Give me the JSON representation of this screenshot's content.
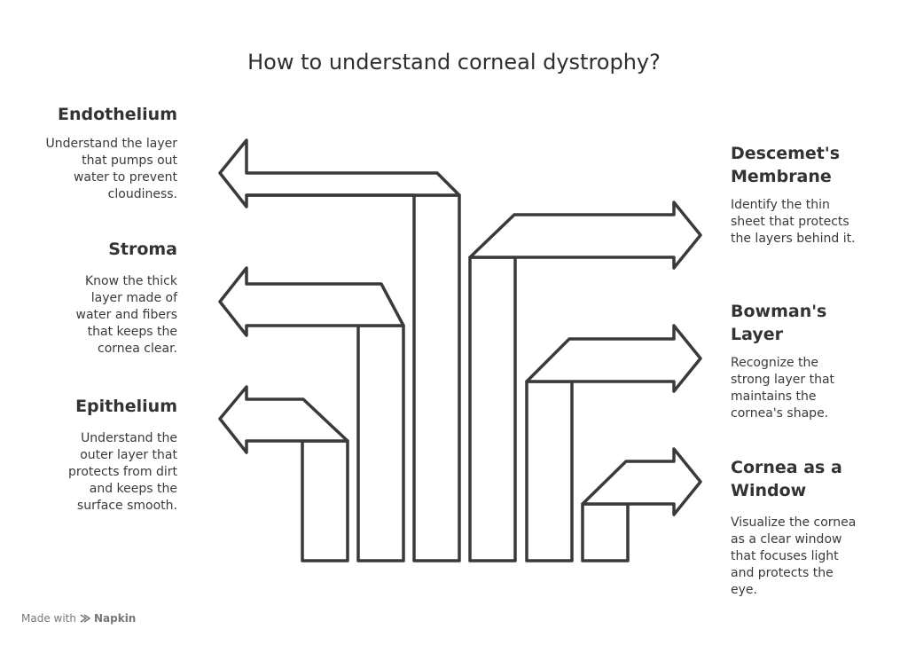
{
  "title": "How to understand corneal dystrophy?",
  "items": [
    {
      "heading": "Endothelium",
      "description": "Understand the layer that pumps out water to prevent cloudiness."
    },
    {
      "heading": "Stroma",
      "description": "Know the thick layer made of water and fibers that keeps the cornea clear."
    },
    {
      "heading": "Epithelium",
      "description": "Understand the outer layer that protects from dirt and keeps the surface smooth."
    },
    {
      "heading": "Descemet's Membrane",
      "description": "Identify the thin sheet that protects the layers behind it."
    },
    {
      "heading": "Bowman's Layer",
      "description": "Recognize the strong layer that maintains the cornea's shape."
    },
    {
      "heading": "Cornea as a Window",
      "description": "Visualize the cornea as a clear window that focuses light and protects the eye."
    }
  ],
  "footer": {
    "made_with": "Made with",
    "brand": "Napkin"
  },
  "colors": {
    "stroke": "#3a3a3a",
    "fill": "#ffffff",
    "text": "#333333"
  }
}
